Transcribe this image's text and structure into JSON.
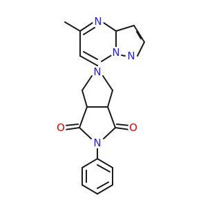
{
  "structure": {
    "atoms": [
      {
        "id": "ring_n_top",
        "element": "N",
        "color": "#2020e0"
      },
      {
        "id": "pyrazole_n",
        "element": "N",
        "color": "#2020e0"
      },
      {
        "id": "bridge_n",
        "element": "N",
        "color": "#2020e0"
      },
      {
        "id": "pyrrolidine_n",
        "element": "N",
        "color": "#2020e0"
      },
      {
        "id": "imide_n",
        "element": "N",
        "color": "#2020e0"
      },
      {
        "id": "carbonyl_o_left",
        "element": "O",
        "color": "#e00000"
      },
      {
        "id": "carbonyl_o_right",
        "element": "O",
        "color": "#e00000"
      }
    ],
    "bond_color": "#1a1a1a"
  }
}
